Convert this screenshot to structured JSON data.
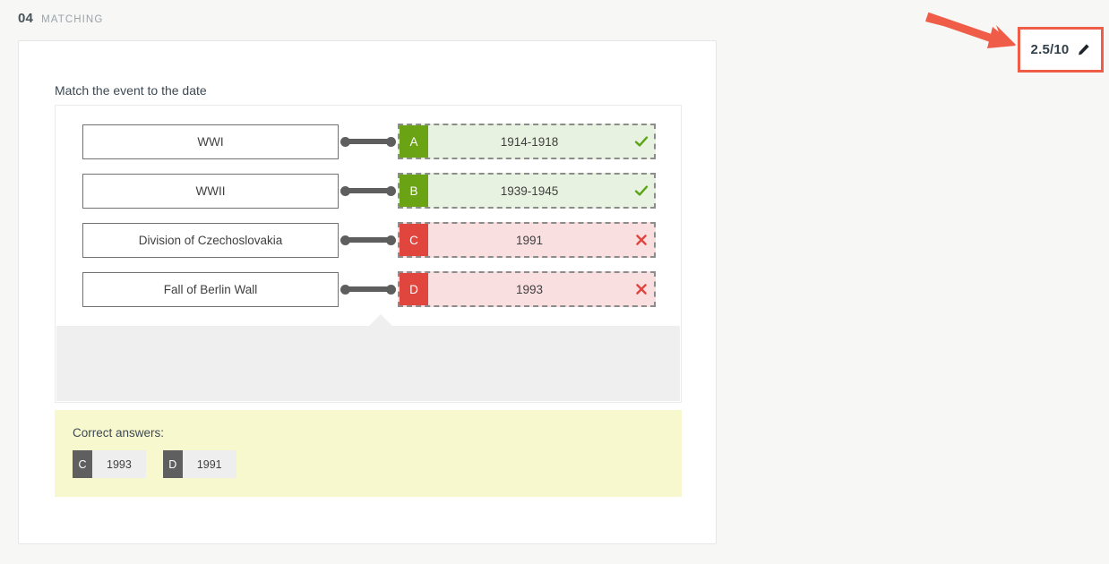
{
  "header": {
    "number": "04",
    "type": "MATCHING"
  },
  "score": {
    "value": "2.5/10",
    "edit_icon": "pencil-icon",
    "border_color": "#ef5d49"
  },
  "annotation": {
    "arrow_color": "#ef5d49"
  },
  "question": {
    "prompt": "Match the event to the date",
    "rows": [
      {
        "prompt": "WWI",
        "letter": "A",
        "answer": "1914-1918",
        "status": "correct",
        "status_icon": "check-icon"
      },
      {
        "prompt": "WWII",
        "letter": "B",
        "answer": "1939-1945",
        "status": "correct",
        "status_icon": "check-icon"
      },
      {
        "prompt": "Division of Czechoslovakia",
        "letter": "C",
        "answer": "1991",
        "status": "wrong",
        "status_icon": "cross-icon"
      },
      {
        "prompt": "Fall of Berlin Wall",
        "letter": "D",
        "answer": "1993",
        "status": "wrong",
        "status_icon": "cross-icon"
      }
    ]
  },
  "correct_answers": {
    "title": "Correct answers:",
    "items": [
      {
        "letter": "C",
        "value": "1993"
      },
      {
        "letter": "D",
        "value": "1991"
      }
    ]
  },
  "colors": {
    "correct_badge": "#6aa414",
    "correct_bg": "#e8f2e0",
    "wrong_badge": "#e0453e",
    "wrong_bg": "#fadfe0",
    "highlight": "#ef5d49",
    "answers_bg": "#f8f8cf"
  }
}
